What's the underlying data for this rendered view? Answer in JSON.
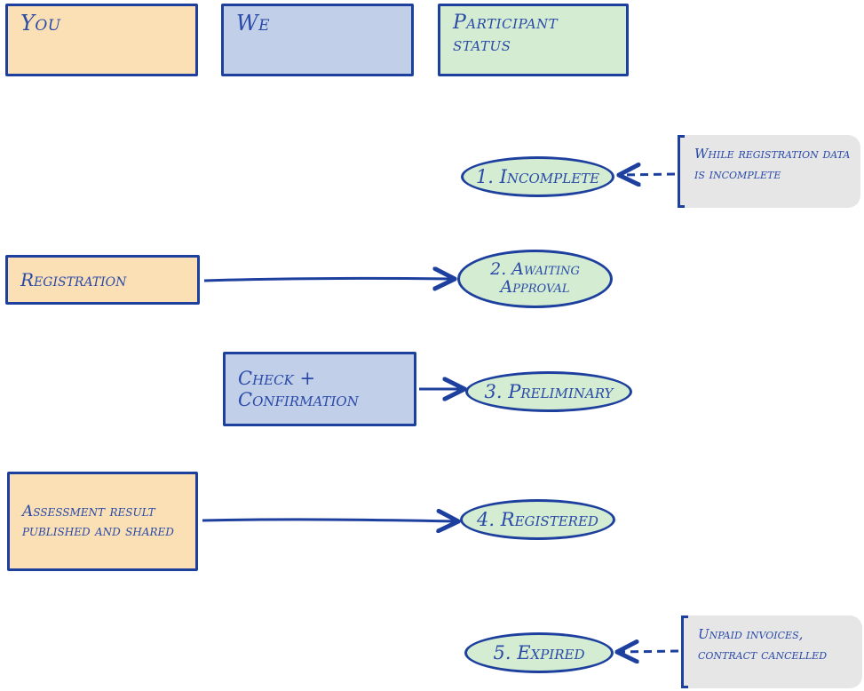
{
  "lanes": {
    "you": "You",
    "we": "We",
    "participant_status": "Participant status"
  },
  "actions": {
    "registration": "Registration",
    "check": "Check + Confirmation",
    "assessment": "Assessment result published and shared"
  },
  "statuses": {
    "s1": "1. Incomplete",
    "s2": "2. Awaiting Approval",
    "s3": "3. Preliminary",
    "s4": "4. Registered",
    "s5": "5. Expired"
  },
  "notes": {
    "incomplete": "While registration data is incomplete",
    "expired": "Unpaid invoices, contract cancelled"
  },
  "colors": {
    "you": "#fbe0b6",
    "we": "#c1cfe9",
    "participant": "#d4ecd2",
    "note": "#e6e6e6",
    "ink": "#1d3f9e"
  }
}
